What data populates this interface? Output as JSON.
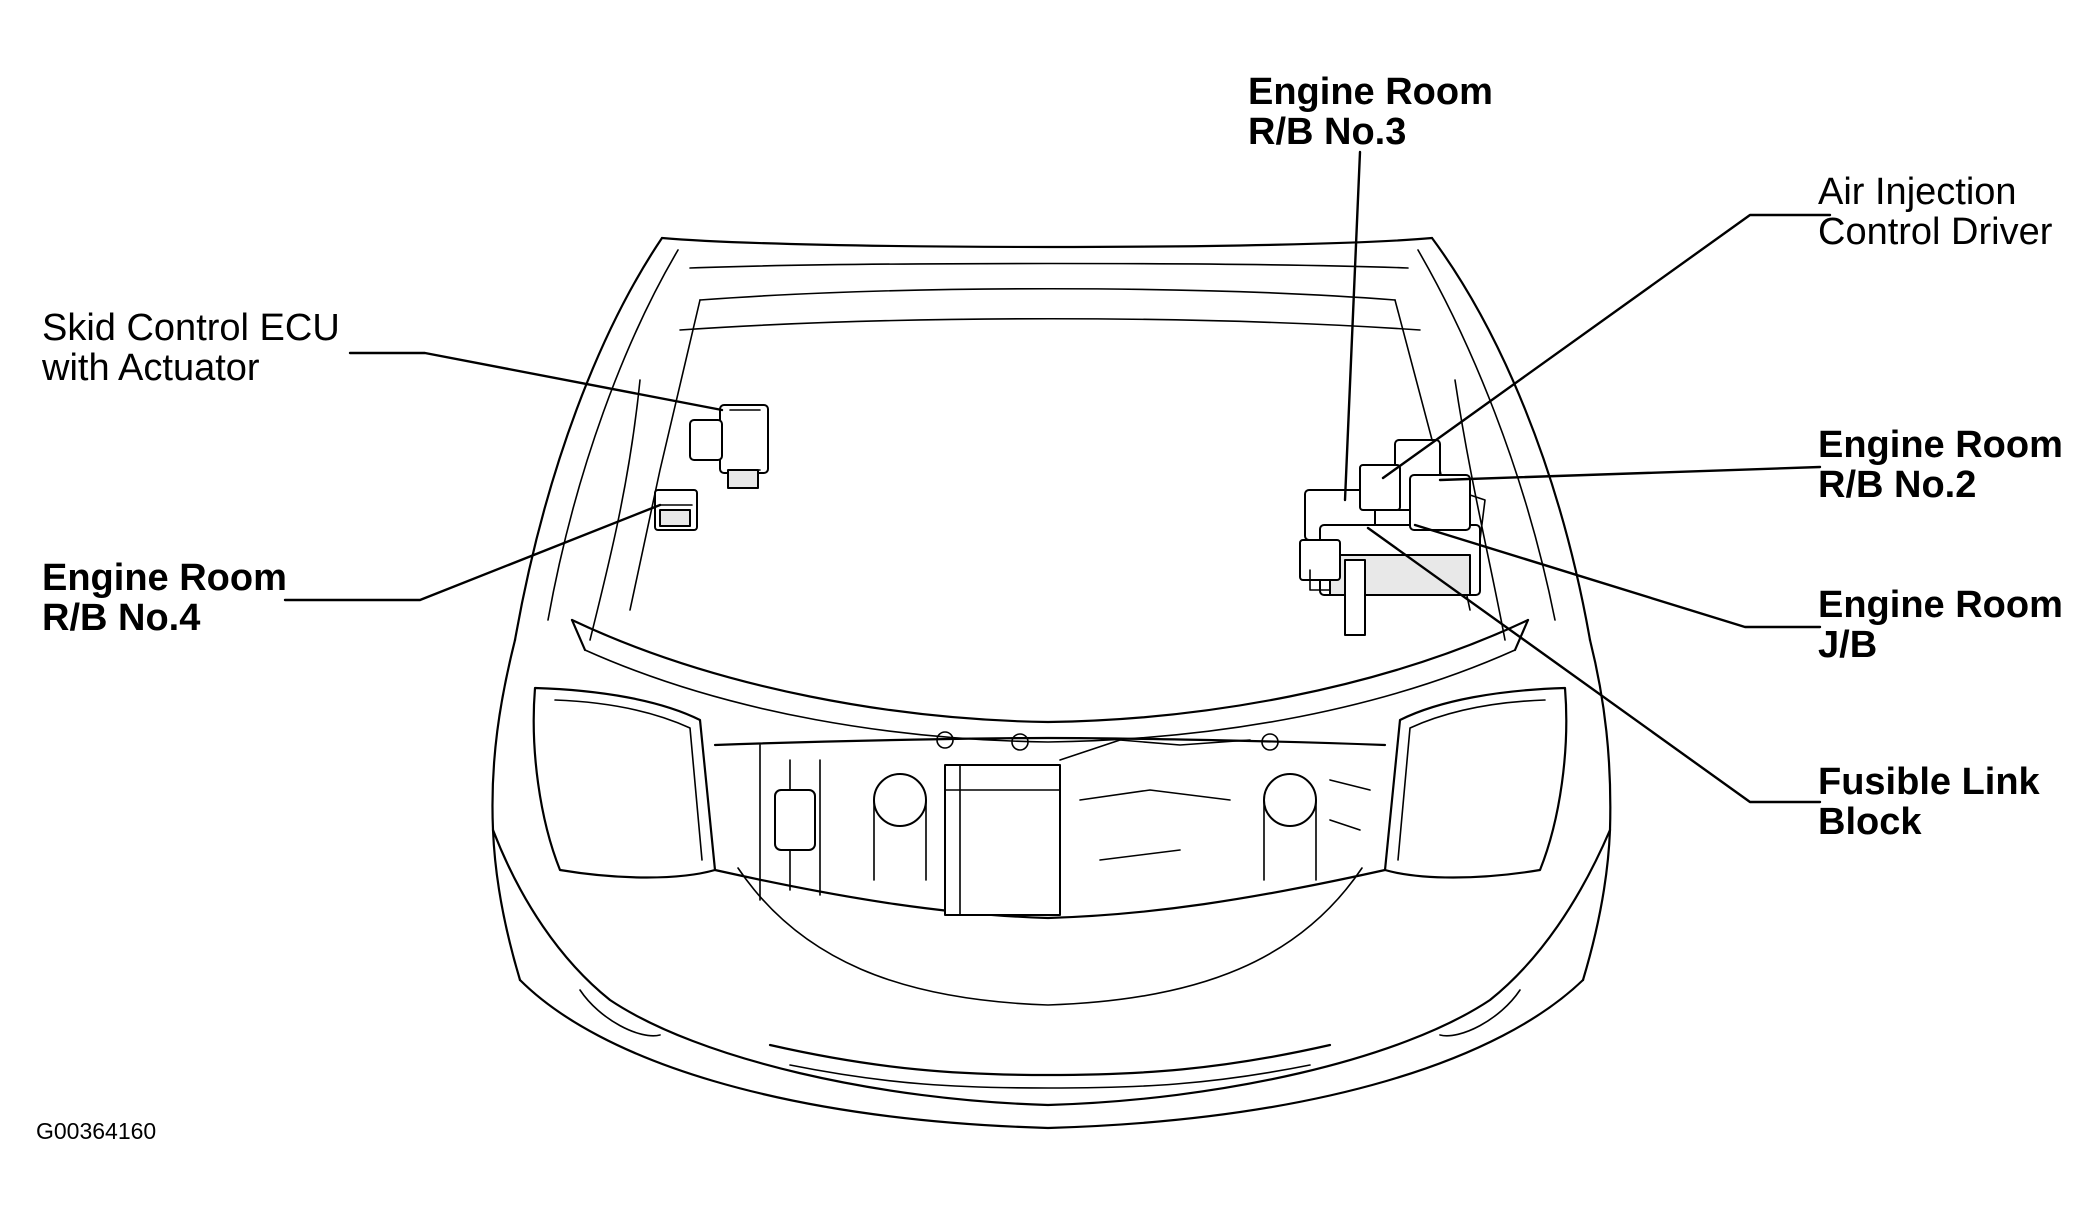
{
  "figure_id": "G00364160",
  "callouts": {
    "engine_room_rb3": {
      "line1": "Engine Room",
      "line2": "R/B No.3"
    },
    "air_injection": {
      "line1": "Air Injection",
      "line2": "Control Driver"
    },
    "skid_control": {
      "line1": "Skid Control ECU",
      "line2": "with Actuator"
    },
    "engine_room_rb2": {
      "line1": "Engine Room",
      "line2": "R/B No.2"
    },
    "engine_room_rb4": {
      "line1": "Engine Room",
      "line2": "R/B No.4"
    },
    "engine_room_jb": {
      "line1": "Engine Room",
      "line2": "J/B"
    },
    "fusible_link": {
      "line1": "Fusible Link",
      "line2": "Block"
    }
  }
}
